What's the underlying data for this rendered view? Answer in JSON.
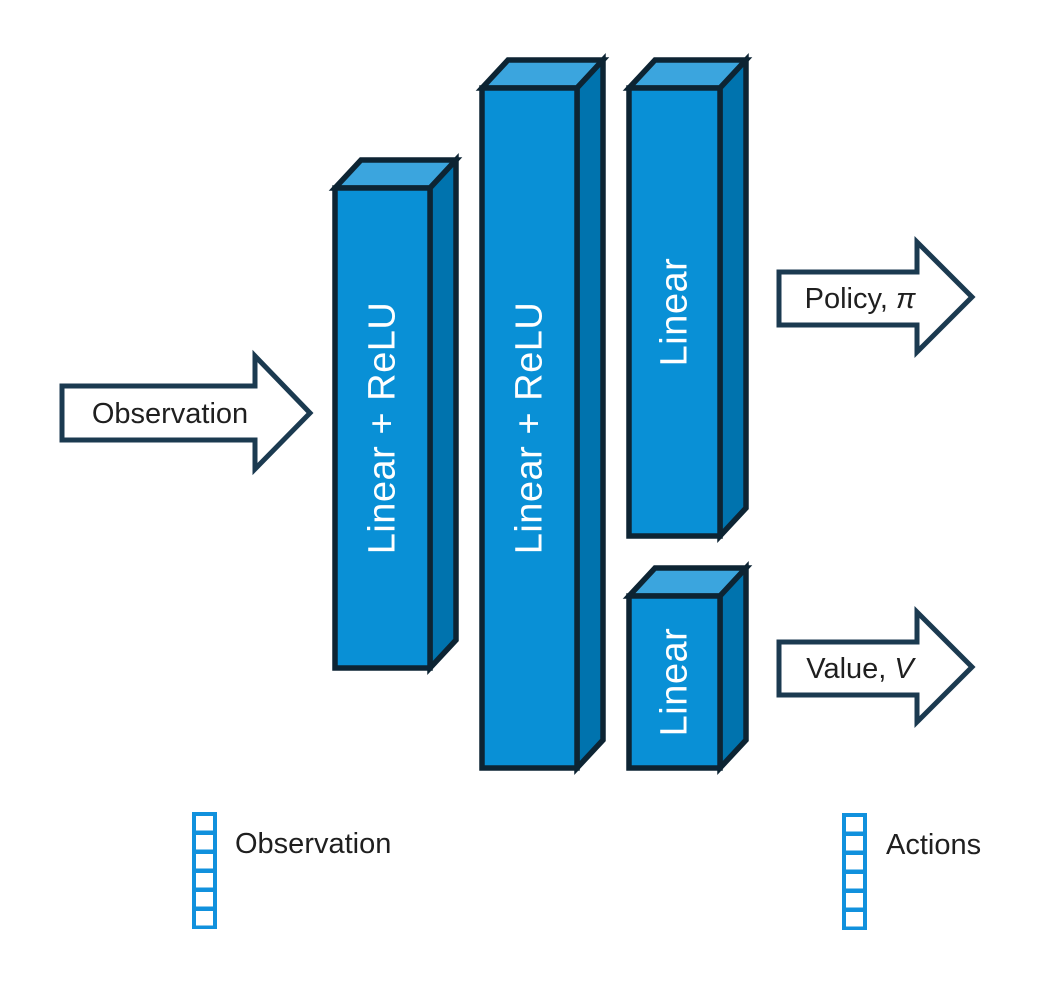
{
  "diagram": {
    "type": "neural-network-architecture",
    "colors": {
      "box_front": "#0990D6",
      "box_top": "#3BA5DE",
      "box_side": "#0073AE",
      "box_outline": "#0D2433",
      "arrow_outline": "#1B3A50",
      "legend_blue": "#1191DD",
      "text_dark": "#1F1F1F",
      "text_light": "#FFFFFF",
      "background": "#FFFFFF"
    },
    "layers": [
      {
        "id": "hidden-layer-1",
        "label": "Linear + ReLU"
      },
      {
        "id": "hidden-layer-2",
        "label": "Linear + ReLU"
      },
      {
        "id": "policy-head",
        "label": "Linear"
      },
      {
        "id": "value-head",
        "label": "Linear"
      }
    ],
    "arrows": {
      "input": {
        "label": "Observation"
      },
      "policy": {
        "text": "Policy, ",
        "symbol": "π"
      },
      "value": {
        "text": "Value, ",
        "symbol": "V"
      }
    },
    "legend": [
      {
        "id": "observation-vector",
        "label": "Observation",
        "cells": 6
      },
      {
        "id": "actions-vector",
        "label": "Actions",
        "cells": 6
      }
    ]
  }
}
